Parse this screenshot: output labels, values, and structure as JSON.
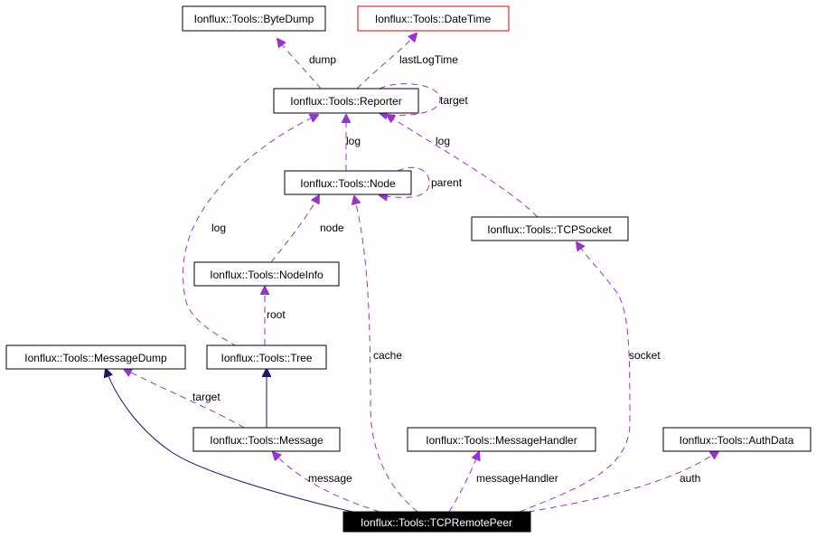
{
  "nodes": {
    "bytedump": "Ionflux::Tools::ByteDump",
    "datetime": "Ionflux::Tools::DateTime",
    "reporter": "Ionflux::Tools::Reporter",
    "node": "Ionflux::Tools::Node",
    "tcpsocket": "Ionflux::Tools::TCPSocket",
    "nodeinfo": "Ionflux::Tools::NodeInfo",
    "messagedump": "Ionflux::Tools::MessageDump",
    "tree": "Ionflux::Tools::Tree",
    "message": "Ionflux::Tools::Message",
    "messagehandler": "Ionflux::Tools::MessageHandler",
    "authdata": "Ionflux::Tools::AuthData",
    "tcpremotepeer": "Ionflux::Tools::TCPRemotePeer"
  },
  "edges": {
    "dump": "dump",
    "lastlogtime": "lastLogTime",
    "reporter_target": "target",
    "reporter_log": "log",
    "parent": "parent",
    "socket_log": "log",
    "tree_log": "log",
    "node": "node",
    "root": "root",
    "cache": "cache",
    "socket": "socket",
    "message_target": "target",
    "message": "message",
    "messagehandler": "messageHandler",
    "auth": "auth"
  },
  "colors": {
    "use_edge": "#9a32cd",
    "inherit_edge": "#191970",
    "highlight_border": "#e00000",
    "focus_fill": "#000000"
  }
}
